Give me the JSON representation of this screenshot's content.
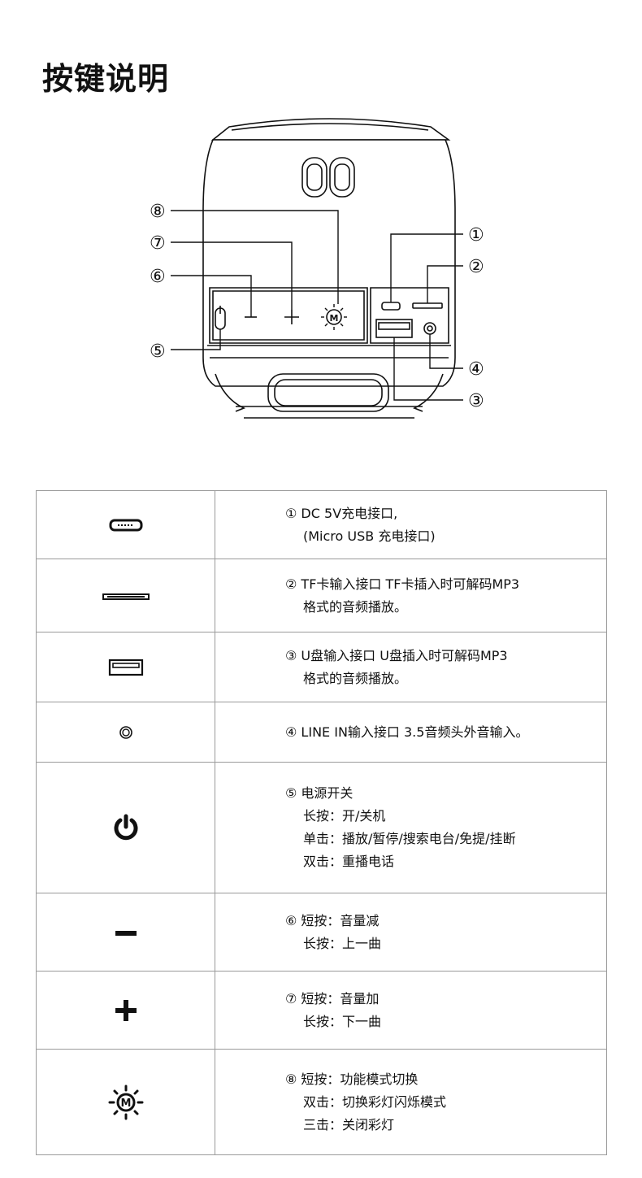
{
  "title": "按键说明",
  "diagram": {
    "callouts": [
      "①",
      "②",
      "③",
      "④",
      "⑤",
      "⑥",
      "⑦",
      "⑧"
    ]
  },
  "rows": [
    {
      "icon": "micro-usb-port-icon",
      "lines": [
        "① DC 5V充电接口,",
        "(Micro USB 充电接口)"
      ]
    },
    {
      "icon": "tf-card-slot-icon",
      "lines": [
        "② TF卡输入接口 TF卡插入时可解码MP3",
        "格式的音频播放。"
      ]
    },
    {
      "icon": "usb-port-icon",
      "lines": [
        "③ U盘输入接口 U盘插入时可解码MP3",
        "格式的音频播放。"
      ]
    },
    {
      "icon": "line-in-jack-icon",
      "lines": [
        "④ LINE IN输入接口 3.5音频头外音输入。"
      ]
    },
    {
      "icon": "power-icon",
      "lines": [
        "⑤ 电源开关",
        "长按：开/关机",
        "单击：播放/暂停/搜索电台/免提/挂断",
        "双击：重播电话"
      ]
    },
    {
      "icon": "minus-icon",
      "lines": [
        "⑥ 短按：音量减",
        "长按：上一曲"
      ]
    },
    {
      "icon": "plus-icon",
      "lines": [
        "⑦ 短按：音量加",
        "长按：下一曲"
      ]
    },
    {
      "icon": "mode-light-icon",
      "lines": [
        "⑧ 短按：功能模式切换",
        "双击：切换彩灯闪烁模式",
        "三击：关闭彩灯"
      ]
    }
  ]
}
